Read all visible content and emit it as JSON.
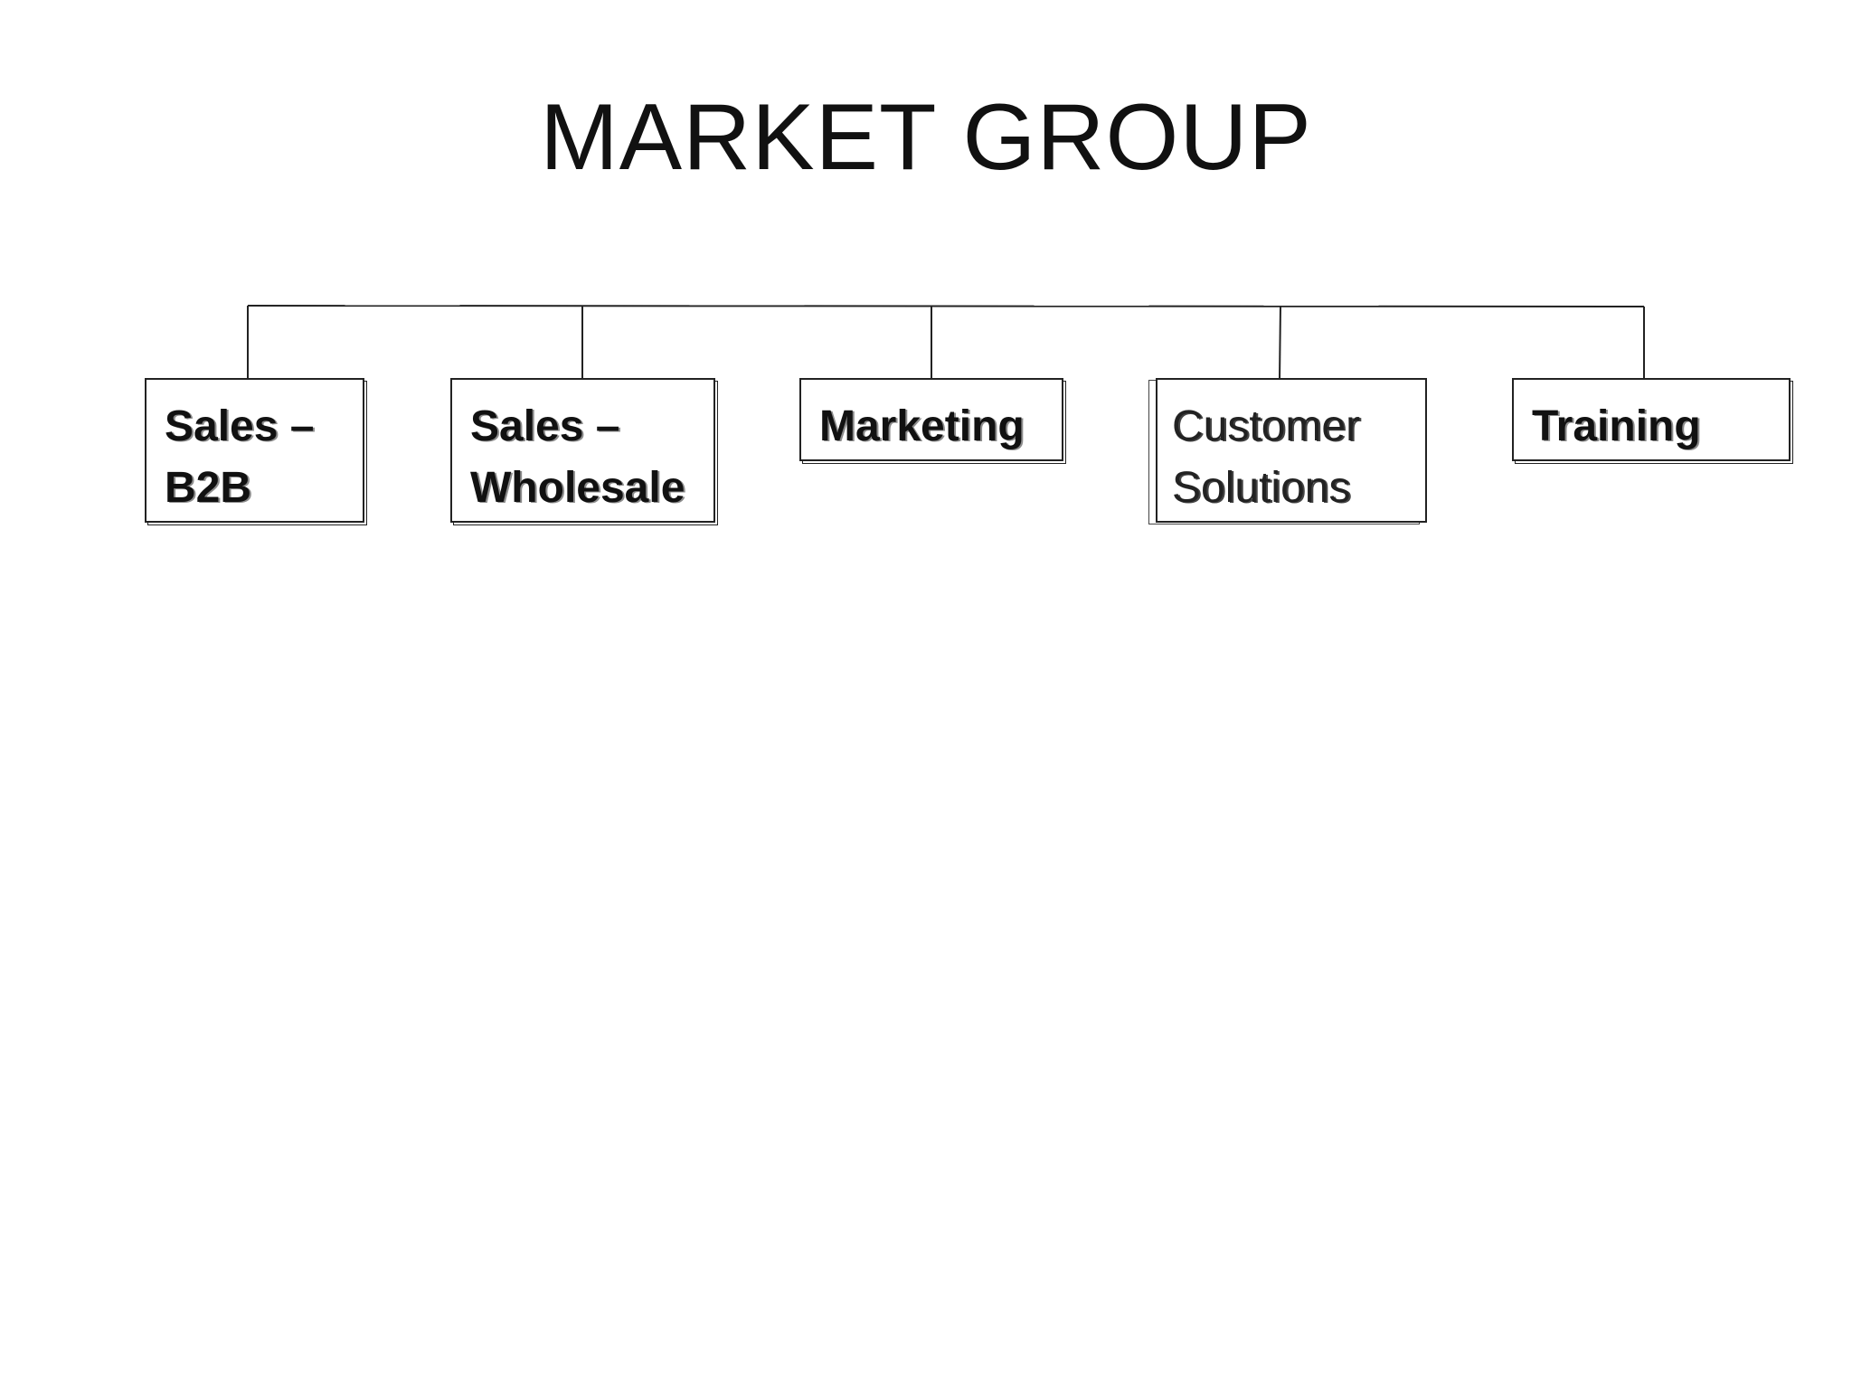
{
  "title": "MARKET GROUP",
  "root": "MARKET GROUP",
  "children": [
    {
      "id": "sales-b2b",
      "label": "Sales –\nB2B"
    },
    {
      "id": "sales-wholesale",
      "label": "Sales –\nWholesale"
    },
    {
      "id": "marketing",
      "label": "Marketing"
    },
    {
      "id": "customer-solutions",
      "label": "Customer\nSolutions"
    },
    {
      "id": "training",
      "label": "Training"
    }
  ],
  "colors": {
    "line": "#222222",
    "background": "#ffffff",
    "text": "#111111"
  }
}
